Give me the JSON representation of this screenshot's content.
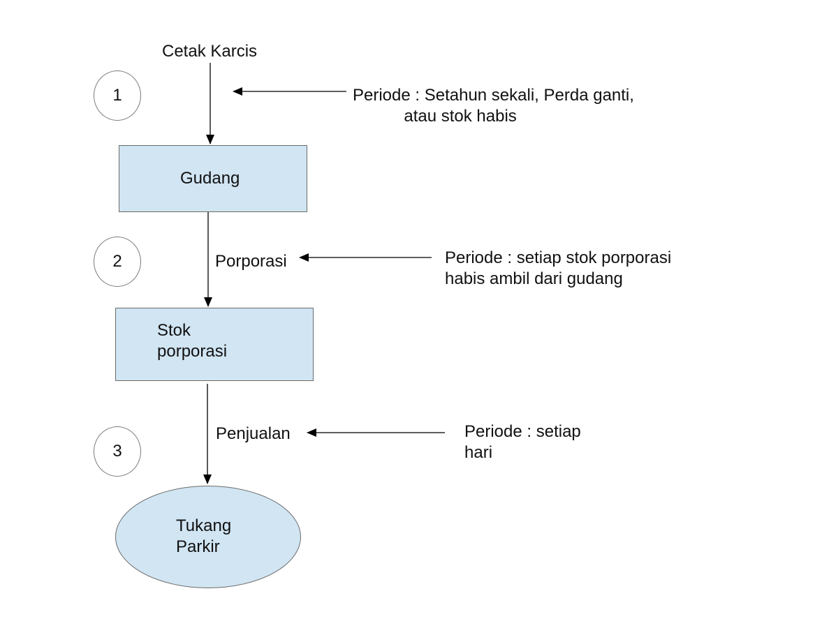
{
  "diagram": {
    "start_label": "Cetak Karcis",
    "steps": [
      {
        "number": "1",
        "note": "Periode : Setahun sekali, Perda ganti,\n           atau stok habis"
      },
      {
        "number": "2",
        "flow_label": "Porporasi",
        "note": "Periode : setiap stok porporasi\nhabis ambil dari gudang"
      },
      {
        "number": "3",
        "flow_label": "Penjualan",
        "note": "Periode : setiap\nhari"
      }
    ],
    "nodes": {
      "gudang": "Gudang",
      "stok": "Stok\nporporasi",
      "tukang": "Tukang\nParkir"
    },
    "colors": {
      "node_fill": "#d1e5f3",
      "node_border": "#6b6b6b",
      "line": "#000000"
    }
  }
}
